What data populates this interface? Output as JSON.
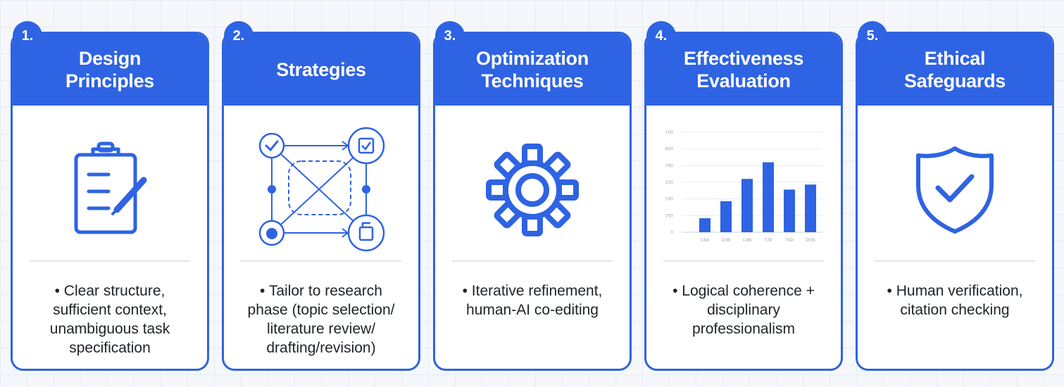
{
  "steps": [
    {
      "number": "1.",
      "title": "Design\nPrinciples",
      "icon": "clipboard-pen-icon",
      "bullet": "• Clear structure, sufficient context, unambiguous task specification"
    },
    {
      "number": "2.",
      "title": "Strategies",
      "icon": "workflow-icon",
      "bullet": "• Tailor to research phase (topic selection/ literature review/ drafting/revision)"
    },
    {
      "number": "3.",
      "title": "Optimization\nTechniques",
      "icon": "gear-icon",
      "bullet": "• Iterative refinement, human-AI co-editing"
    },
    {
      "number": "4.",
      "title": "Effectiveness\nEvaluation",
      "icon": "bar-chart-icon",
      "bullet": "• Logical coherence + disciplinary professionalism"
    },
    {
      "number": "5.",
      "title": "Ethical\nSafeguards",
      "icon": "shield-check-icon",
      "bullet": "• Human verification, citation checking"
    }
  ],
  "chart_data": {
    "type": "bar",
    "categories": [
      "C8A",
      "D/W",
      "C4N",
      "T/N",
      "T6D",
      "D5N"
    ],
    "values": [
      42,
      93,
      160,
      210,
      128,
      143
    ],
    "y_ticks": [
      "100",
      "800",
      "700",
      "150",
      "100",
      "150",
      "0"
    ],
    "ylim": [
      0,
      300
    ],
    "grid": true
  },
  "colors": {
    "accent": "#2e63e3",
    "border": "#2f64dc",
    "text": "#1f2328"
  }
}
